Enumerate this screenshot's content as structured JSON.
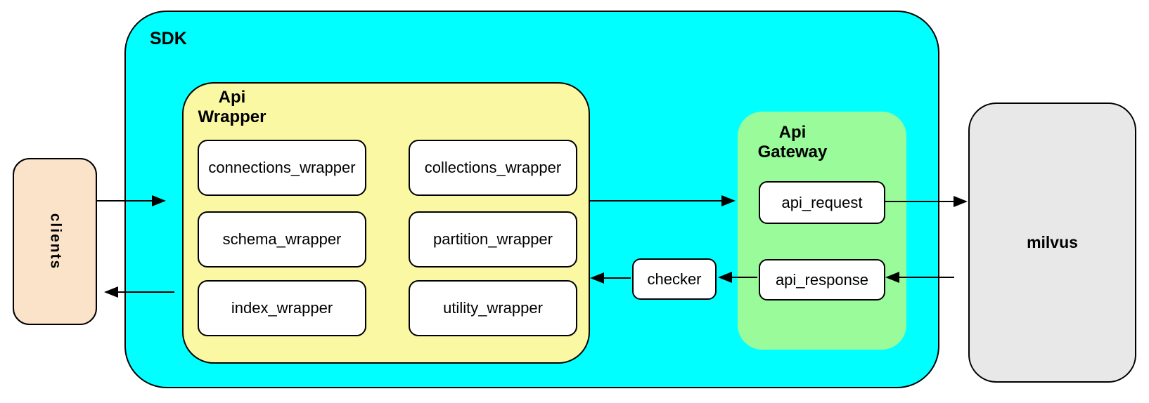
{
  "diagram": {
    "clients": {
      "label": "clients"
    },
    "sdk": {
      "label": "SDK",
      "api_wrapper": {
        "label_line1": "Api",
        "label_line2": "Wrapper",
        "modules": [
          {
            "label": "connections_wrapper"
          },
          {
            "label": "collections_wrapper"
          },
          {
            "label": "schema_wrapper"
          },
          {
            "label": "partition_wrapper"
          },
          {
            "label": "index_wrapper"
          },
          {
            "label": "utility_wrapper"
          }
        ]
      },
      "checker": {
        "label": "checker"
      },
      "api_gateway": {
        "label_line1": "Api",
        "label_line2": "Gateway",
        "api_request": {
          "label": "api_request"
        },
        "api_response": {
          "label": "api_response"
        }
      }
    },
    "milvus": {
      "label": "milvus"
    },
    "arrows": [
      {
        "name": "clients-to-sdk",
        "direction": "right"
      },
      {
        "name": "api-wrapper-to-api-gateway",
        "direction": "right"
      },
      {
        "name": "api-request-to-milvus",
        "direction": "right"
      },
      {
        "name": "milvus-to-api-response",
        "direction": "left"
      },
      {
        "name": "api-response-to-checker",
        "direction": "left"
      },
      {
        "name": "checker-to-api-wrapper",
        "direction": "left"
      },
      {
        "name": "api-wrapper-to-clients",
        "direction": "left"
      }
    ],
    "colors": {
      "sdk-fill": "#00ffff",
      "api-wrapper-fill": "#fbf8a3",
      "api-gateway-fill": "#99fb99",
      "clients-fill": "#fbe3c9",
      "milvus-fill": "#e8e8e8",
      "node-fill": "#ffffff",
      "border": "#000000",
      "arrow": "#000000"
    }
  }
}
